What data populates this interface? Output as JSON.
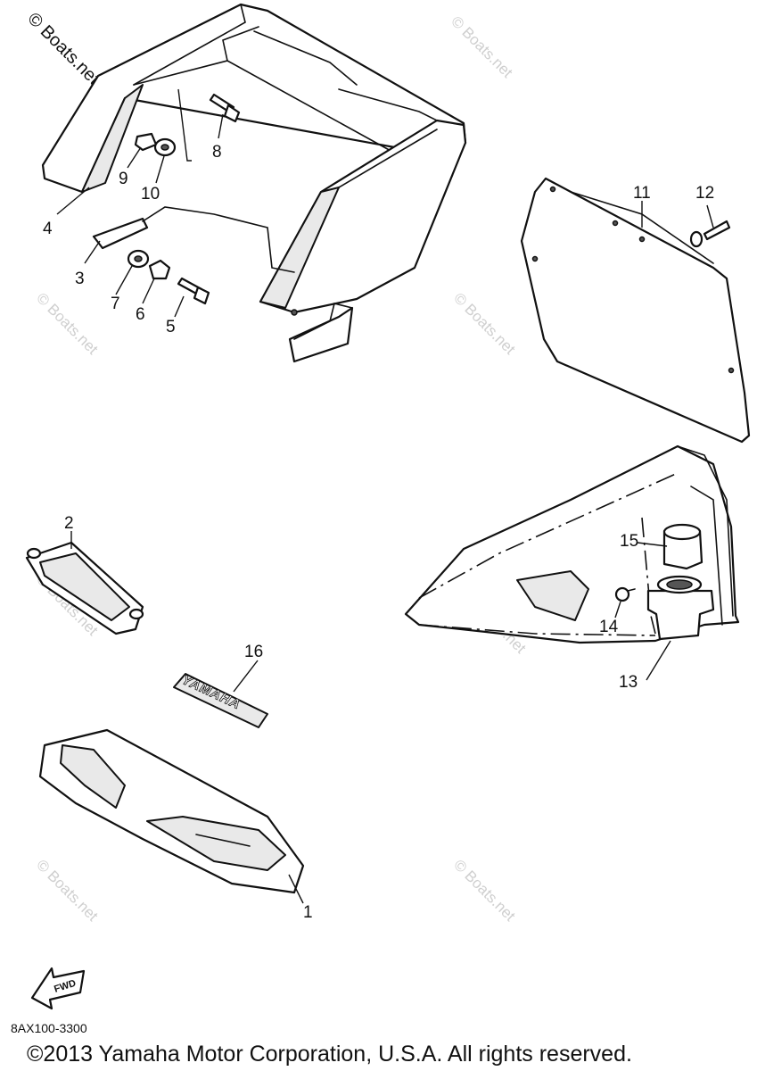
{
  "watermark": {
    "text": "© Boats.net",
    "faded_text": "© Boats.net"
  },
  "callouts": [
    "1",
    "2",
    "3",
    "4",
    "5",
    "6",
    "7",
    "8",
    "9",
    "10",
    "11",
    "12",
    "13",
    "14",
    "15",
    "16"
  ],
  "decal_text": "YAMAHA",
  "fwd_label": "FWD",
  "diagram_code": "8AX100-3300",
  "copyright": "©2013 Yamaha Motor Corporation, U.S.A. All rights reserved.",
  "colors": {
    "line": "#111111",
    "background": "#ffffff",
    "watermark": "#cfcfcf"
  }
}
